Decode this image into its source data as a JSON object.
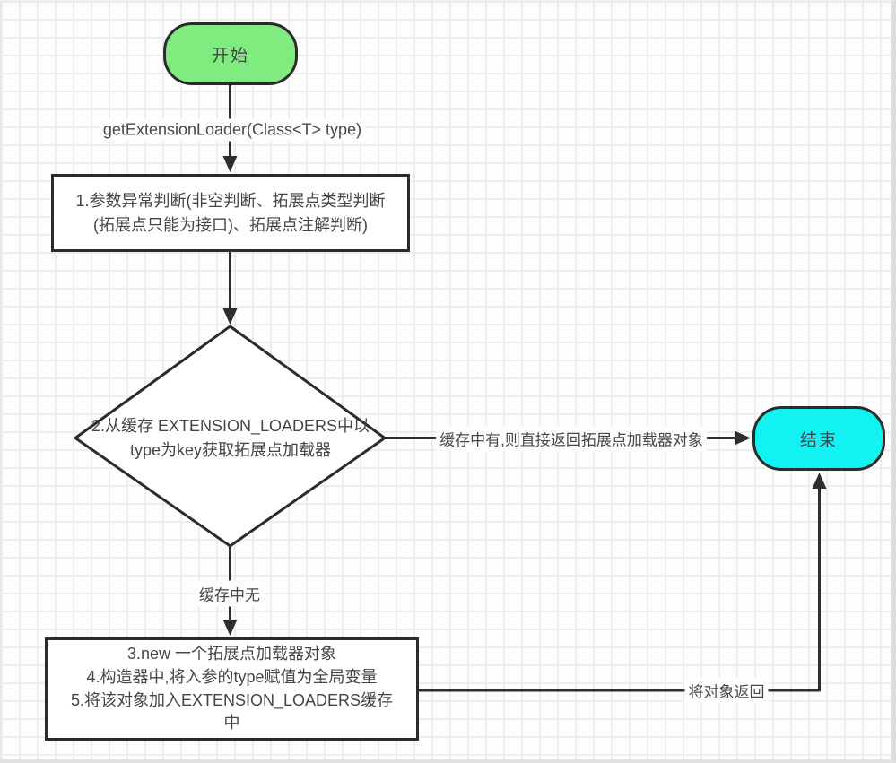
{
  "flowchart": {
    "start": {
      "label": "开始",
      "fill": "#80EC80"
    },
    "call_label": "getExtensionLoader(Class<T> type)",
    "step1": {
      "text": "1.参数异常判断(非空判断、拓展点类型判断(拓展点只能为接口)、拓展点注解判断)"
    },
    "decision": {
      "text": "2.从缓存 EXTENSION_LOADERS中以type为key获取拓展点加载器"
    },
    "cache_hit_label": "缓存中有,则直接返回拓展点加载器对象",
    "cache_miss_label": "缓存中无",
    "step3": {
      "lines": [
        "3.new 一个拓展点加载器对象",
        "4.构造器中,将入参的type赋值为全局变量",
        "5.将该对象加入EXTENSION_LOADERS缓存中"
      ]
    },
    "return_label": "将对象返回",
    "end": {
      "label": "结束",
      "fill": "#12F2F2"
    },
    "colors": {
      "connector_stroke": "#2e2e2e",
      "shape_border": "#2b2b2b",
      "text": "#454545",
      "grid_line": "#ededed",
      "canvas_background": "#fdfdfd"
    }
  }
}
